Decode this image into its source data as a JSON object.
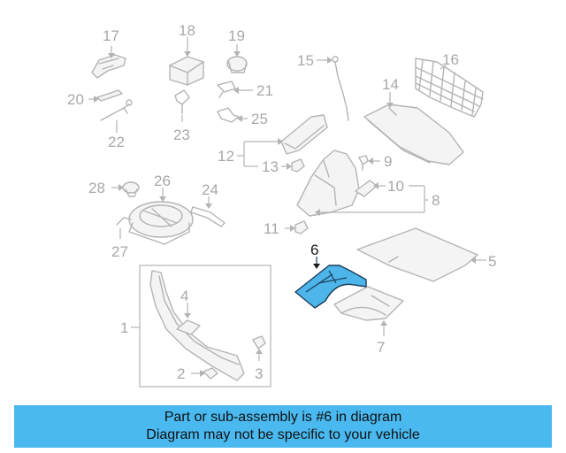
{
  "callouts": {
    "c1": "1",
    "c2": "2",
    "c3": "3",
    "c4": "4",
    "c5": "5",
    "c6": "6",
    "c7": "7",
    "c8": "8",
    "c9": "9",
    "c10": "10",
    "c11": "11",
    "c12": "12",
    "c13": "13",
    "c14": "14",
    "c15": "15",
    "c16": "16",
    "c17": "17",
    "c18": "18",
    "c19": "19",
    "c20": "20",
    "c21": "21",
    "c22": "22",
    "c23": "23",
    "c24": "24",
    "c25": "25",
    "c26": "26",
    "c27": "27",
    "c28": "28"
  },
  "highlighted_part": "6",
  "colors": {
    "highlight_fill": "#4db5ea",
    "banner_background": "#4ab9f0",
    "line_art": "#b4b4b4"
  },
  "banner": {
    "line1": "Part or sub-assembly is #6 in diagram",
    "line2": "Diagram may not be specific to your vehicle"
  }
}
